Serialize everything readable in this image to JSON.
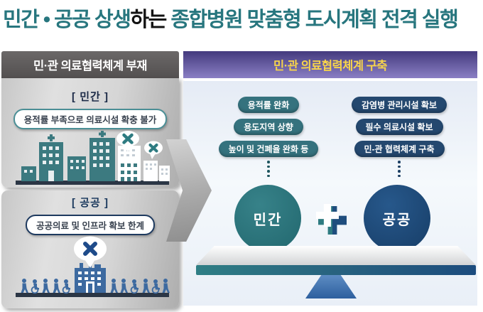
{
  "title": {
    "highlight1": "민간 • 공공 상생",
    "plain": "하는",
    "highlight2": " 종합병원 맞춤형 도시계획 전격 실행"
  },
  "left_panel": {
    "header": "민·관 의료협력체계 부재",
    "private_section": {
      "label": "[ 민간 ]",
      "issue": "용적률 부족으로 의료시설 확충 불가"
    },
    "public_section": {
      "label": "[ 공공 ]",
      "issue": "공공의료 및 인프라 확보 한계"
    }
  },
  "right_panel": {
    "header": "민·관 의료협력체계 구축",
    "private_benefits": [
      "용적률 완화",
      "용도지역 상향",
      "높이 및 건폐율 완화 등"
    ],
    "public_benefits": [
      "감염병 관리시설 확보",
      "필수 의료시설 확보",
      "민-관 협력체계 구축"
    ],
    "private_circle": "민간",
    "public_circle": "공공"
  },
  "colors": {
    "title_teal": "#27767e",
    "header_gray": "#595656",
    "header_purple_top": "#443a7e",
    "header_purple_bottom": "#8a7fc4",
    "header_yellow_text": "#f7d44b",
    "pill_teal": "#35727e",
    "pill_navy": "#24486f",
    "circle_teal": "#2e7b81",
    "circle_navy": "#1f4d7d",
    "steel_blue": "#3d6aa0"
  }
}
